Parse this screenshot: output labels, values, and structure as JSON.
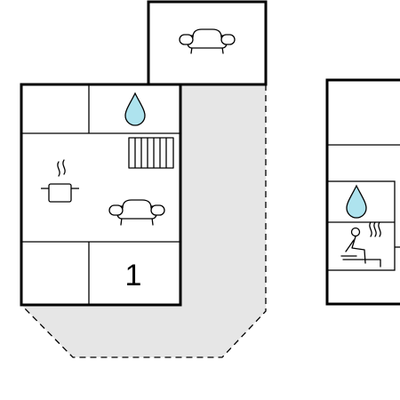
{
  "floorplan": {
    "rooms": [
      {
        "id": "living-room-top",
        "icon": "sofa-icon"
      },
      {
        "id": "bathroom",
        "icon": "water-drop-icon"
      },
      {
        "id": "kitchen-living",
        "icons": [
          "cooking-pot-icon",
          "radiator-icon",
          "sofa-icon"
        ]
      },
      {
        "id": "bedroom-1",
        "label": "1"
      },
      {
        "id": "sauna",
        "icons": [
          "water-drop-icon",
          "sauna-person-icon"
        ]
      }
    ],
    "colors": {
      "wall": "#000000",
      "terrace": "#e6e6e6",
      "water": "#aee3ee"
    }
  }
}
